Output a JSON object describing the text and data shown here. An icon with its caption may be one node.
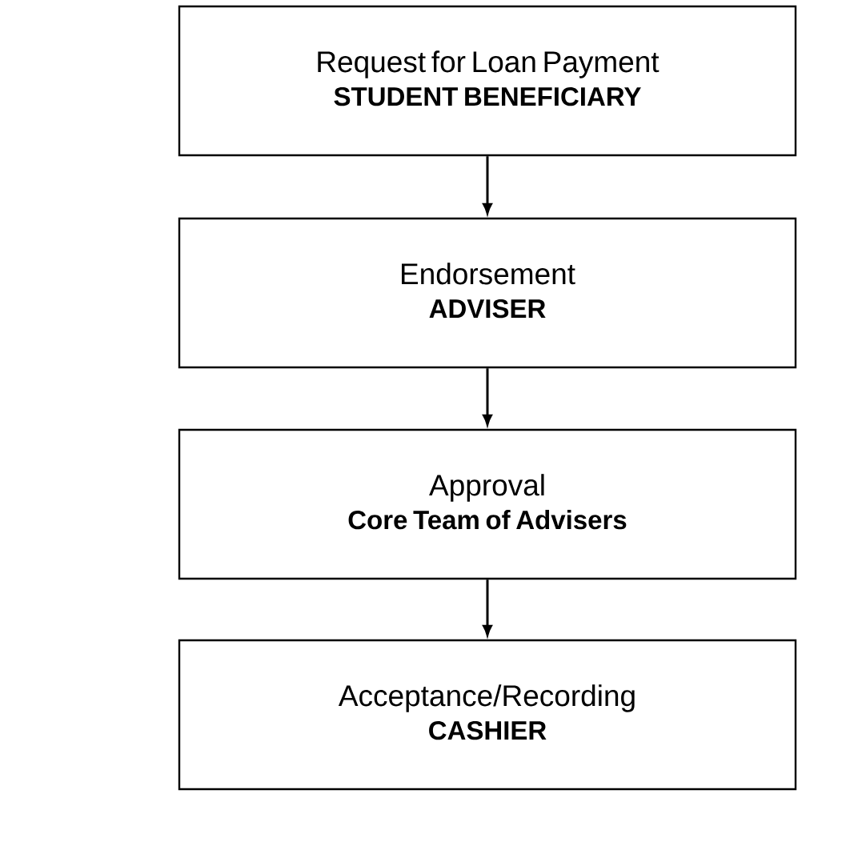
{
  "diagram": {
    "nodes": [
      {
        "text": [
          "Request for Loan Payment",
          "STUDENT BENEFICIARY"
        ]
      },
      {
        "text": [
          "Endorsement",
          "ADVISER"
        ]
      },
      {
        "text": [
          "Approval",
          "Core Team of Advisers"
        ]
      },
      {
        "text": [
          "Acceptance/Recording",
          "CASHIER"
        ]
      }
    ],
    "edges": [
      {
        "from": 0,
        "to": 1,
        "arrow": "to"
      },
      {
        "from": 1,
        "to": 2,
        "arrow": "to"
      },
      {
        "from": 2,
        "to": 3,
        "arrow": "to"
      }
    ]
  }
}
